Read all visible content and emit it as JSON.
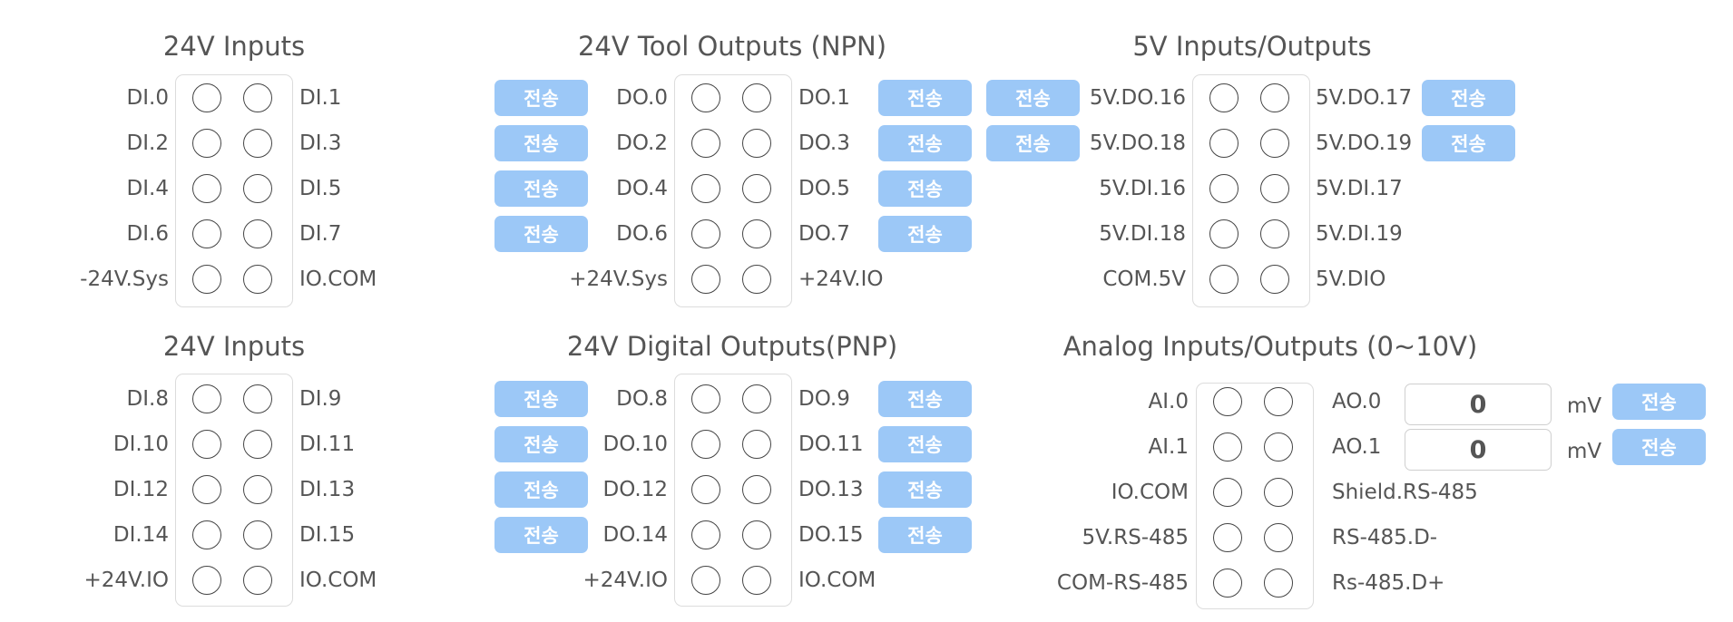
{
  "send_label": "전송",
  "panels": {
    "inputs_a": {
      "title": "24V Inputs",
      "left": [
        "DI.0",
        "DI.2",
        "DI.4",
        "DI.6",
        "-24V.Sys"
      ],
      "right": [
        "DI.1",
        "DI.3",
        "DI.5",
        "DI.7",
        "IO.COM"
      ]
    },
    "tool_outputs": {
      "title": "24V Tool Outputs (NPN)",
      "left": [
        "DO.0",
        "DO.2",
        "DO.4",
        "DO.6",
        "+24V.Sys"
      ],
      "right": [
        "DO.1",
        "DO.3",
        "DO.5",
        "DO.7",
        "+24V.IO"
      ]
    },
    "io_5v": {
      "title": "5V Inputs/Outputs",
      "left": [
        "5V.DO.16",
        "5V.DO.18",
        "5V.DI.16",
        "5V.DI.18",
        "COM.5V"
      ],
      "right": [
        "5V.DO.17",
        "5V.DO.19",
        "5V.DI.17",
        "5V.DI.19",
        "5V.DIO"
      ]
    },
    "inputs_b": {
      "title": "24V Inputs",
      "left": [
        "DI.8",
        "DI.10",
        "DI.12",
        "DI.14",
        "+24V.IO"
      ],
      "right": [
        "DI.9",
        "DI.11",
        "DI.13",
        "DI.15",
        "IO.COM"
      ]
    },
    "digital_outputs": {
      "title": "24V Digital Outputs(PNP)",
      "left": [
        "DO.8",
        "DO.10",
        "DO.12",
        "DO.14",
        "+24V.IO"
      ],
      "right": [
        "DO.9",
        "DO.11",
        "DO.13",
        "DO.15",
        "IO.COM"
      ]
    },
    "analog": {
      "title": "Analog Inputs/Outputs (0~10V)",
      "left": [
        "AI.0",
        "AI.1",
        "IO.COM",
        "5V.RS-485",
        "COM-RS-485"
      ],
      "right": [
        "AO.0",
        "AO.1",
        "Shield.RS-485",
        "RS-485.D-",
        "Rs-485.D+"
      ],
      "ao0_value": "0",
      "ao1_value": "0",
      "unit": "mV"
    }
  }
}
